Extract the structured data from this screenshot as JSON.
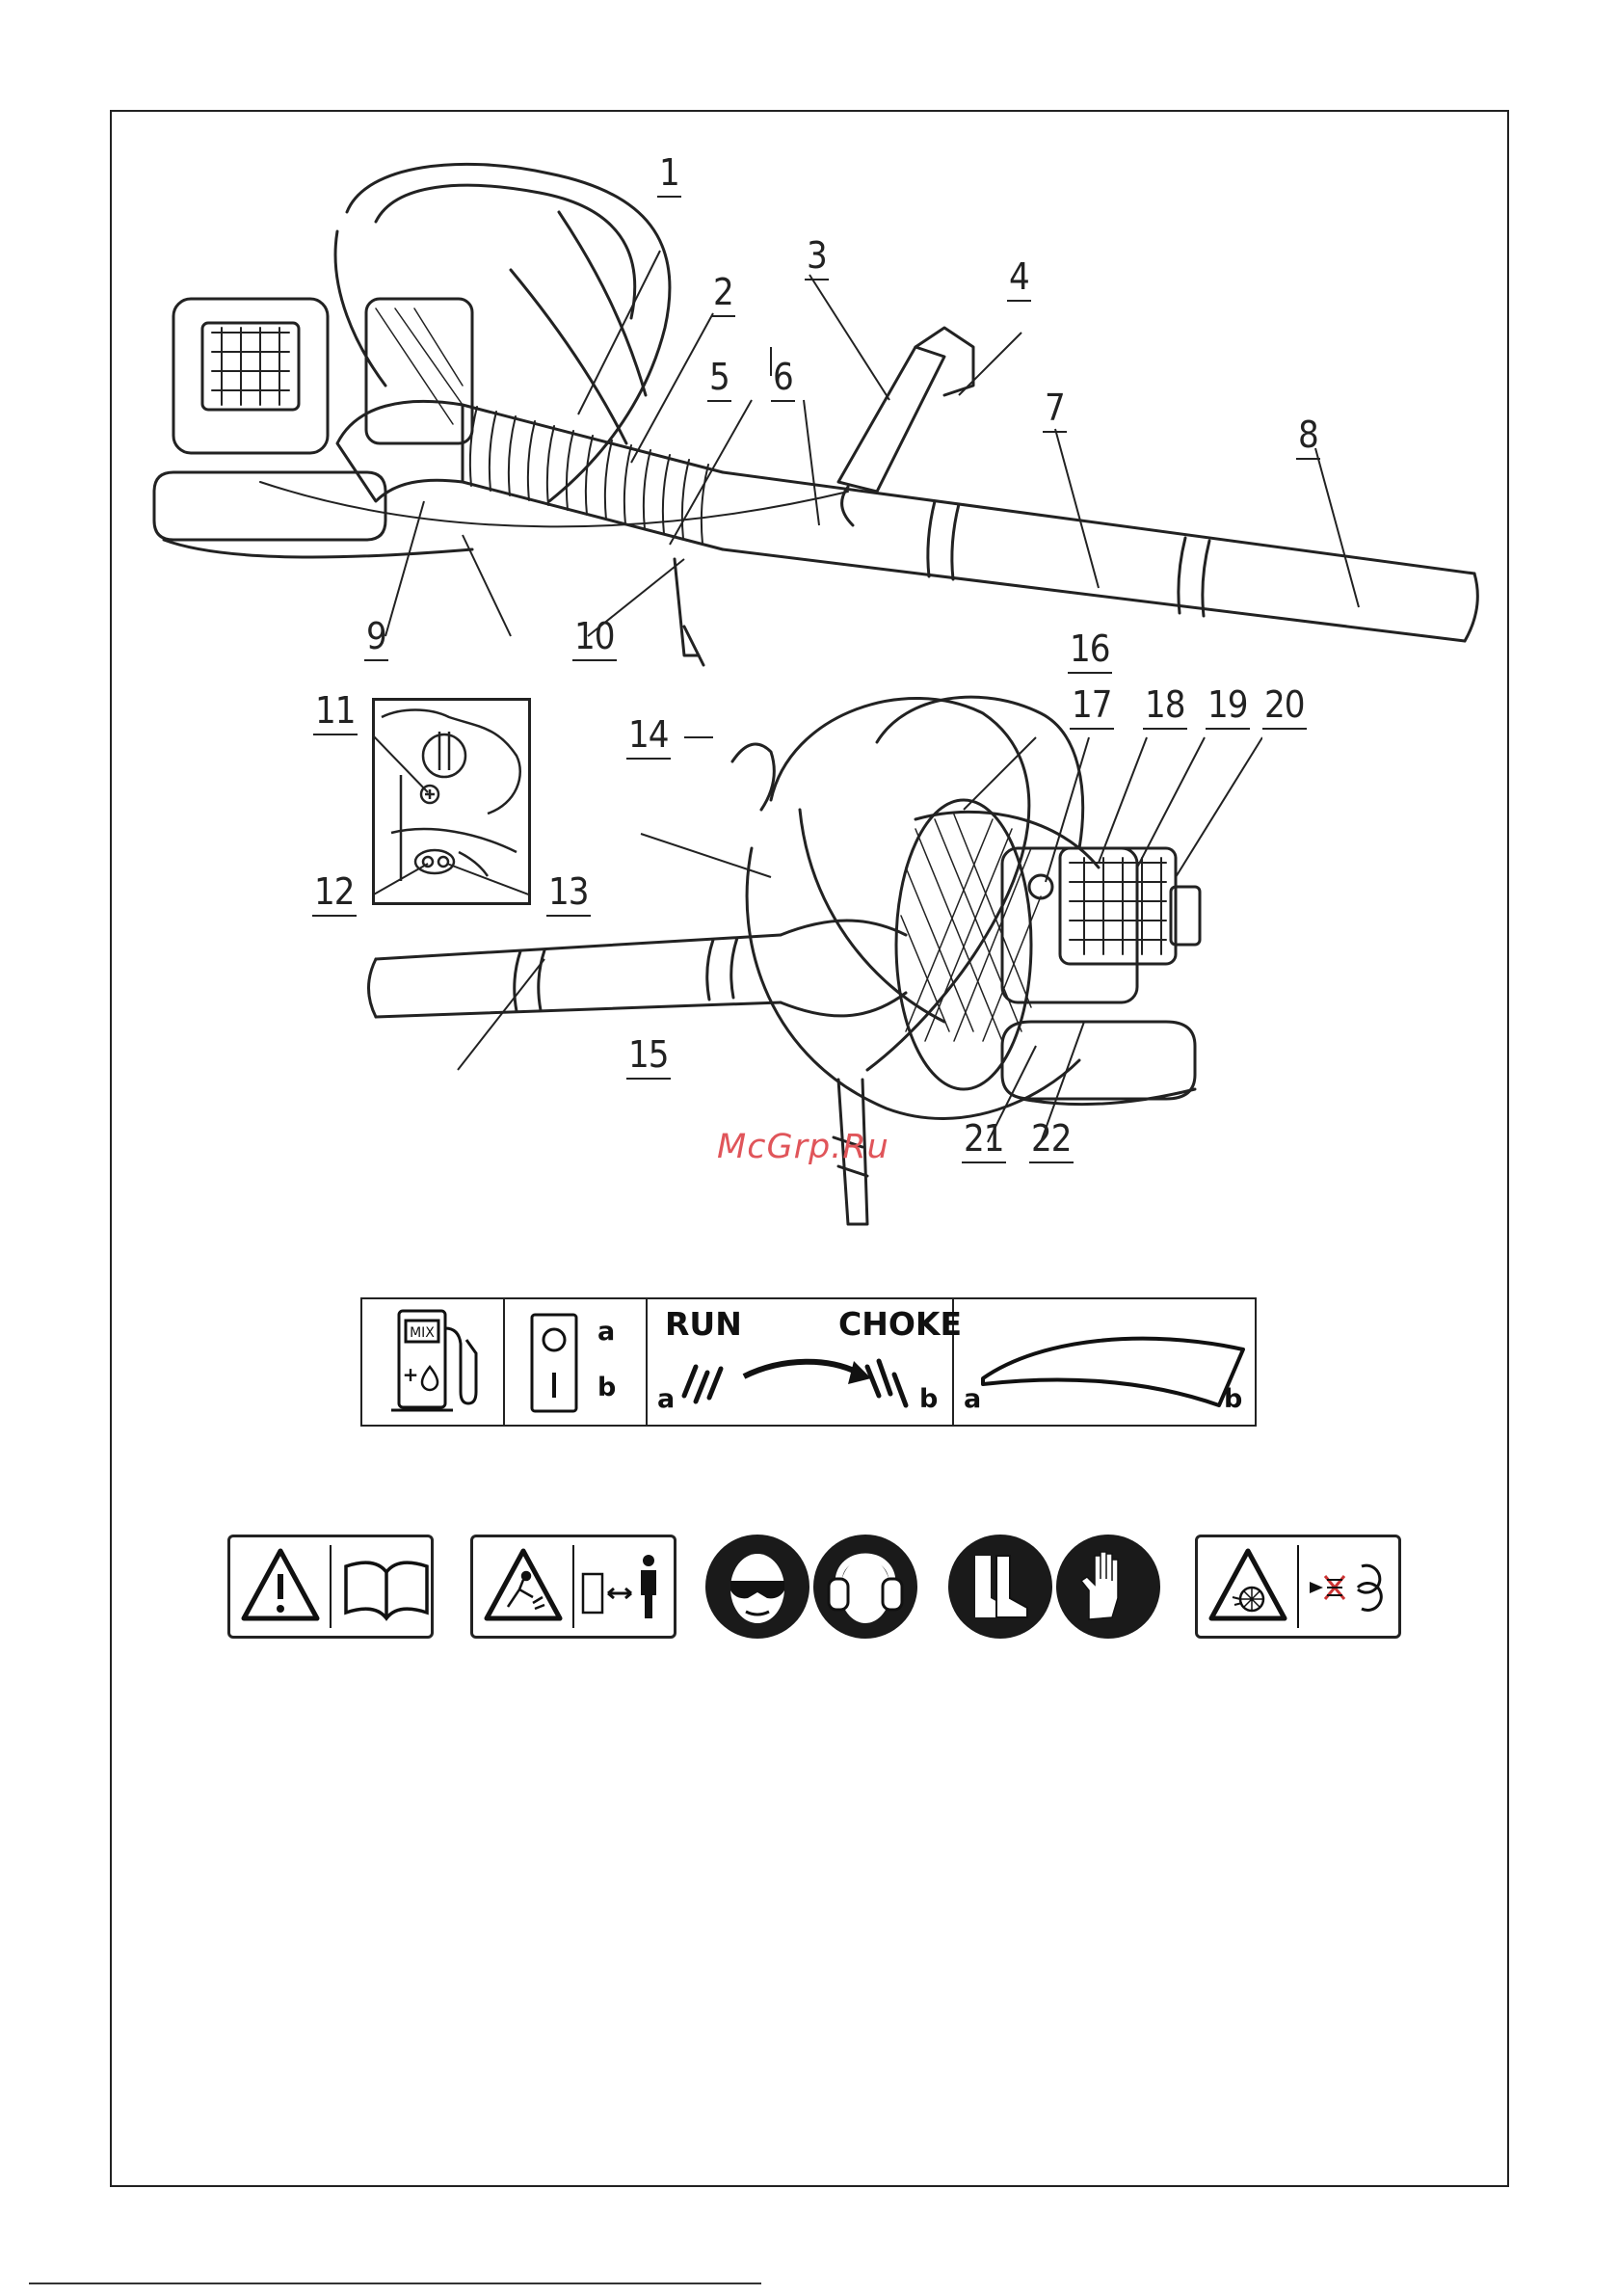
{
  "watermark": "McGrp.Ru",
  "callouts": [
    {
      "id": "1",
      "label": "1"
    },
    {
      "id": "2",
      "label": "2"
    },
    {
      "id": "3",
      "label": "3"
    },
    {
      "id": "4",
      "label": "4"
    },
    {
      "id": "5",
      "label": "5"
    },
    {
      "id": "6",
      "label": "6"
    },
    {
      "id": "7",
      "label": "7"
    },
    {
      "id": "8",
      "label": "8"
    },
    {
      "id": "9",
      "label": "9"
    },
    {
      "id": "10",
      "label": "10"
    },
    {
      "id": "11",
      "label": "11"
    },
    {
      "id": "12",
      "label": "12"
    },
    {
      "id": "13",
      "label": "13"
    },
    {
      "id": "14",
      "label": "14"
    },
    {
      "id": "15",
      "label": "15"
    },
    {
      "id": "16",
      "label": "16"
    },
    {
      "id": "17",
      "label": "17"
    },
    {
      "id": "18",
      "label": "18"
    },
    {
      "id": "19",
      "label": "19"
    },
    {
      "id": "20",
      "label": "20"
    },
    {
      "id": "21",
      "label": "21"
    },
    {
      "id": "22",
      "label": "22"
    }
  ],
  "symbols": {
    "fuel": {
      "mix_label": "MIX",
      "plus_label": "+"
    },
    "switch": {
      "a": "a",
      "b": "b"
    },
    "choke": {
      "run": "RUN",
      "choke": "CHOKE",
      "a": "a",
      "b": "b"
    },
    "throttle": {
      "a": "a",
      "b": "b"
    }
  },
  "warning_icons": [
    {
      "name": "read-manual-icon"
    },
    {
      "name": "keep-distance-icon"
    },
    {
      "name": "eye-protection-icon"
    },
    {
      "name": "ear-protection-icon"
    },
    {
      "name": "safety-boots-icon"
    },
    {
      "name": "gloves-icon"
    },
    {
      "name": "rotating-fan-warning-icon"
    }
  ]
}
